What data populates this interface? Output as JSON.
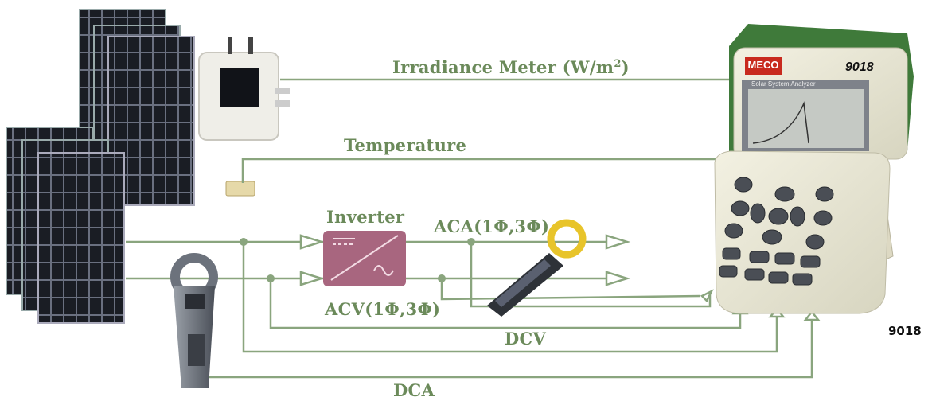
{
  "diagram": {
    "labels": {
      "irradiance": "Irradiance Meter (W/m",
      "irradiance_sup": "2",
      "irradiance_close": ")",
      "temperature": "Temperature",
      "inverter": "Inverter",
      "aca": "ACA(1Φ,3Φ)",
      "acv": "ACV(1Φ,3Φ)",
      "dcv": "DCV",
      "dca": "DCA"
    },
    "device": {
      "brand": "MECO",
      "model": "9018",
      "screen_title": "Solar System Analyzer"
    },
    "side_label": "9018"
  },
  "colors": {
    "wire": "#8aa57e",
    "label": "#6b8a5a",
    "inverter_box": "#a8667f",
    "device_body": "#ecebd8",
    "device_top": "#3f7a3a"
  }
}
